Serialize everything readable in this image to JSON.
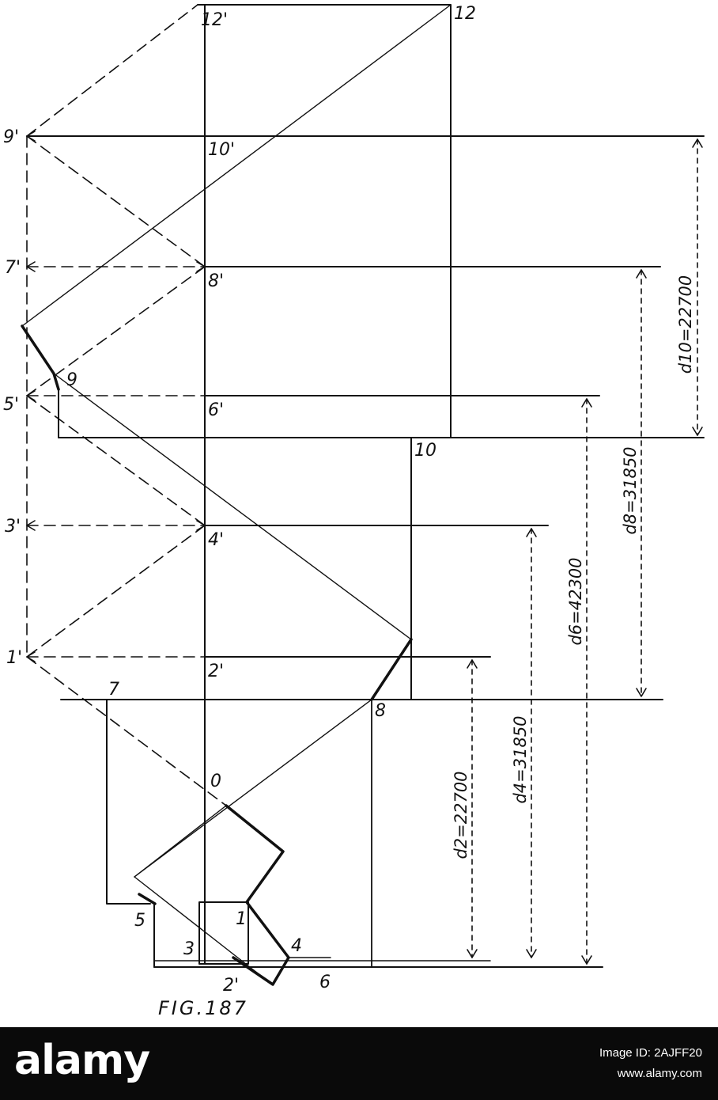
{
  "figure": {
    "caption": "FIG.187",
    "point_labels": {
      "p12p": "12'",
      "p12": "12",
      "p9p": "9'",
      "p10p": "10'",
      "p7p": "7'",
      "p8p": "8'",
      "p9": "9",
      "p5p": "5'",
      "p6p": "6'",
      "p10": "10",
      "p3p": "3'",
      "p4p": "4'",
      "p1p": "1'",
      "p2p": "2'",
      "p7": "7",
      "p8": "8",
      "p0": "0",
      "p5": "5",
      "p1": "1",
      "p3": "3",
      "p4": "4",
      "p2p_bottom": "2'",
      "p6": "6"
    },
    "dimensions": {
      "d10": "d10=22700",
      "d8": "d8=31850",
      "d6": "d6=42300",
      "d4": "d4=31850",
      "d2": "d2=22700"
    }
  },
  "watermark": {
    "logo": "alamy",
    "line1": "Image ID: 2AJFF20",
    "line2": "www.alamy.com"
  }
}
